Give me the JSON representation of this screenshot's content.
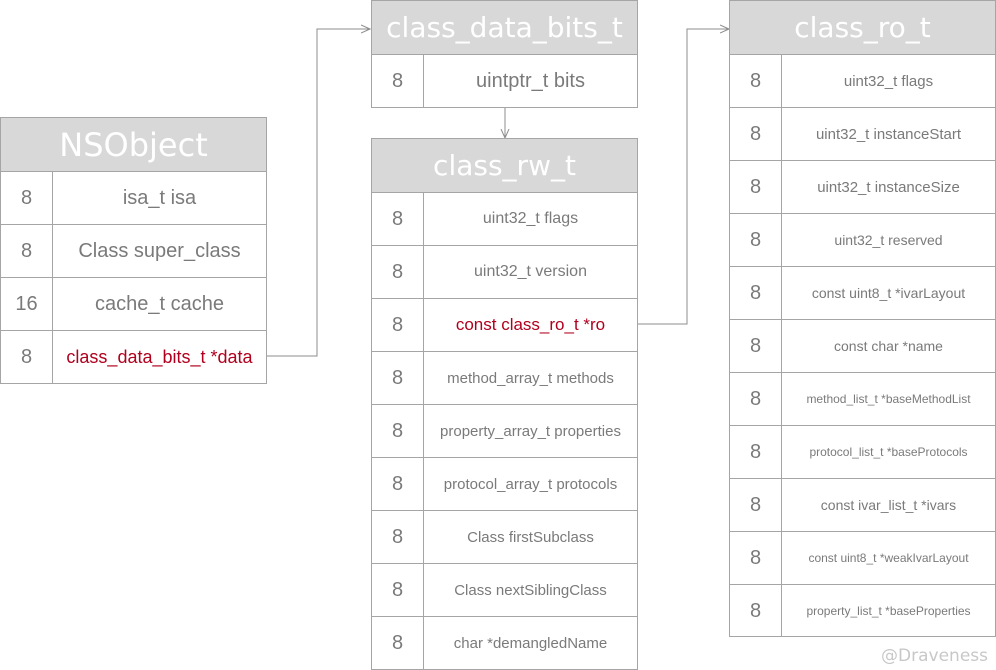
{
  "nsobject": {
    "title": "NSObject",
    "rows": [
      {
        "size": "8",
        "field": "isa_t isa"
      },
      {
        "size": "8",
        "field": "Class super_class"
      },
      {
        "size": "16",
        "field": "cache_t cache"
      },
      {
        "size": "8",
        "field": "class_data_bits_t *data"
      }
    ]
  },
  "class_data_bits": {
    "title": "class_data_bits_t",
    "rows": [
      {
        "size": "8",
        "field": "uintptr_t bits"
      }
    ]
  },
  "class_rw": {
    "title": "class_rw_t",
    "rows": [
      {
        "size": "8",
        "field": "uint32_t flags"
      },
      {
        "size": "8",
        "field": "uint32_t version"
      },
      {
        "size": "8",
        "field": "const class_ro_t *ro"
      },
      {
        "size": "8",
        "field": "method_array_t methods"
      },
      {
        "size": "8",
        "field": "property_array_t properties"
      },
      {
        "size": "8",
        "field": "protocol_array_t protocols"
      },
      {
        "size": "8",
        "field": "Class firstSubclass"
      },
      {
        "size": "8",
        "field": "Class nextSiblingClass"
      },
      {
        "size": "8",
        "field": "char *demangledName"
      }
    ]
  },
  "class_ro": {
    "title": "class_ro_t",
    "rows": [
      {
        "size": "8",
        "field": "uint32_t flags"
      },
      {
        "size": "8",
        "field": "uint32_t instanceStart"
      },
      {
        "size": "8",
        "field": "uint32_t instanceSize"
      },
      {
        "size": "8",
        "field": "uint32_t reserved"
      },
      {
        "size": "8",
        "field": "const uint8_t *ivarLayout"
      },
      {
        "size": "8",
        "field": "const char *name"
      },
      {
        "size": "8",
        "field": "method_list_t *baseMethodList"
      },
      {
        "size": "8",
        "field": "protocol_list_t *baseProtocols"
      },
      {
        "size": "8",
        "field": "const ivar_list_t *ivars"
      },
      {
        "size": "8",
        "field": "const uint8_t *weakIvarLayout"
      },
      {
        "size": "8",
        "field": "property_list_t *baseProperties"
      }
    ]
  },
  "watermark": "@Draveness",
  "colors": {
    "header_bg": "#d8d8d8",
    "border": "#a5a5a5",
    "text": "#7a7a7a",
    "highlight": "#b0001e"
  }
}
